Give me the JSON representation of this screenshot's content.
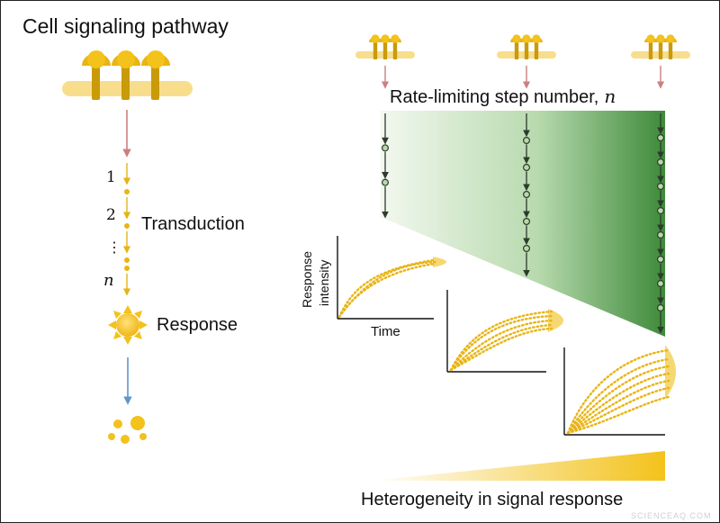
{
  "title": "Cell signaling pathway",
  "steps": {
    "one": "1",
    "two": "2",
    "dots": "⋮",
    "n": "n"
  },
  "labels": {
    "transduction": "Transduction",
    "response": "Response",
    "rate_limiting": "Rate-limiting step number,",
    "rate_symbol": "n",
    "y_axis_line1": "Response",
    "y_axis_line2": "intensity",
    "x_axis": "Time",
    "heterogeneity": "Heterogeneity in signal response",
    "watermark": "SCIENCEAQ.COM"
  },
  "colors": {
    "gold": "#F3C21B",
    "gold_dark": "#C99A0A",
    "membrane": "#F8DE8C",
    "red_arrow": "#C98080",
    "blue_arrow": "#5E97CC",
    "dark_arrow": "#2E3A2E",
    "green_dark": "#3E8E3E",
    "green_light": "#EAF5E4"
  },
  "icons": {
    "receptor": "receptor-icon",
    "sun": "response-sun-icon",
    "droplets": "output-droplets-icon"
  },
  "pathway_intermediates": [
    2,
    5,
    8
  ]
}
